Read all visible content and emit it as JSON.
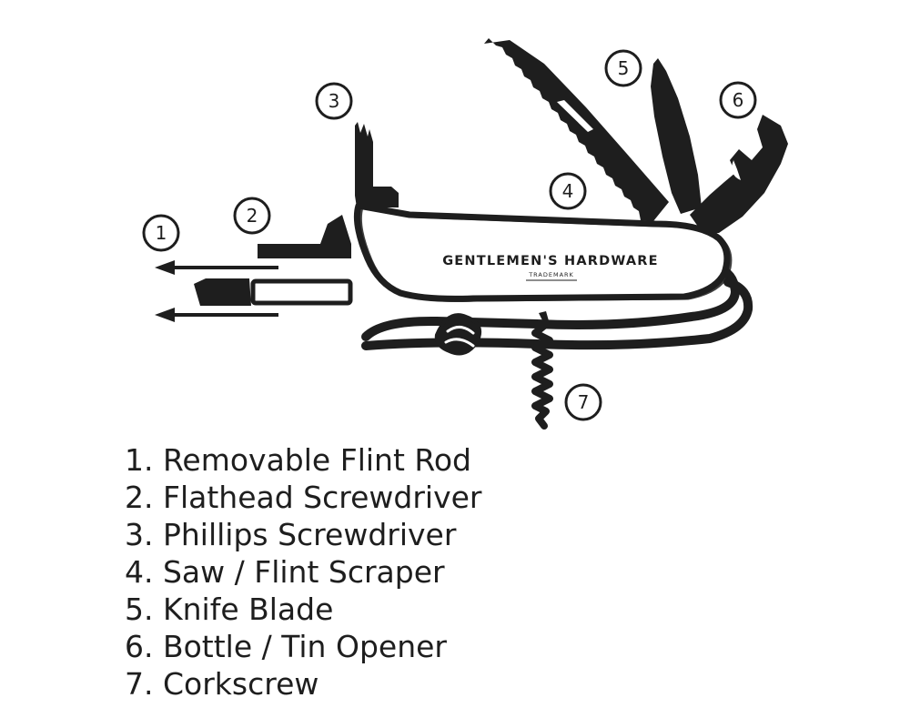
{
  "brand": {
    "name": "GENTLEMEN'S HARDWARE",
    "tagline": "TRADEMARK"
  },
  "callouts": [
    "1",
    "2",
    "3",
    "4",
    "5",
    "6",
    "7"
  ],
  "legend": [
    "1. Removable Flint Rod",
    "2. Flathead Screwdriver",
    "3. Phillips Screwdriver",
    "4. Saw / Flint Scraper",
    "5. Knife Blade",
    "6. Bottle / Tin Opener",
    "7. Corkscrew"
  ],
  "colors": {
    "ink": "#1e1e1e",
    "background": "#ffffff"
  }
}
